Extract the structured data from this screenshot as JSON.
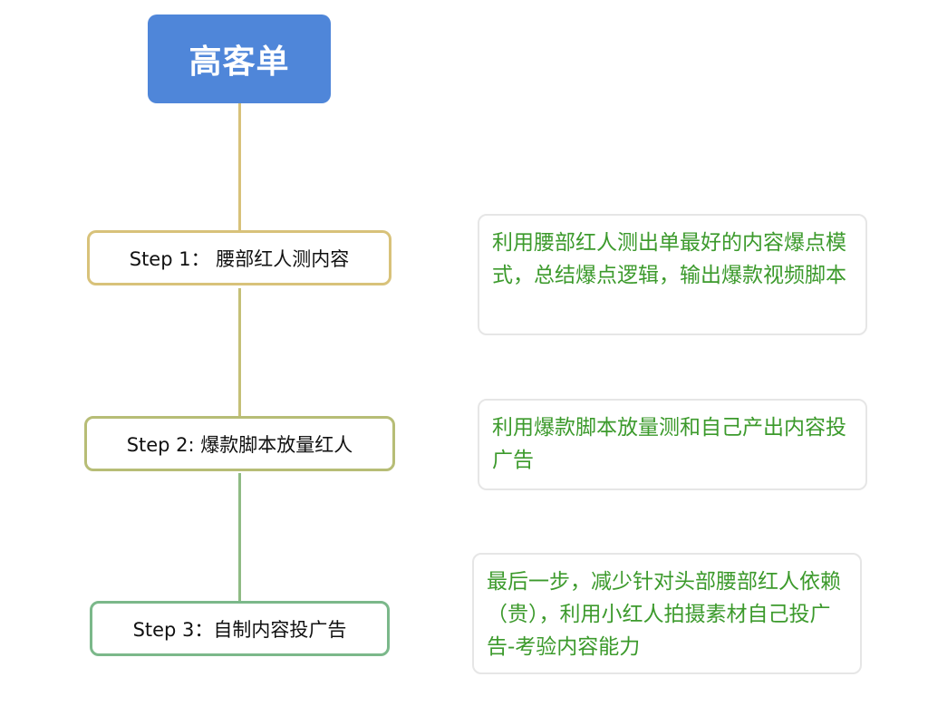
{
  "root": {
    "label": "高客单",
    "color": "#4f86d9"
  },
  "steps": [
    {
      "label": "Step 1：  腰部红人测内容",
      "border_color": "#d8c27a",
      "note": "利用腰部红人测出单最好的内容爆点模式，总结爆点逻辑，输出爆款视频脚本"
    },
    {
      "label": "Step 2: 爆款脚本放量红人",
      "border_color": "#b7bd76",
      "note": "利用爆款脚本放量测和自己产出内容投广告"
    },
    {
      "label": "Step 3：自制内容投广告",
      "border_color": "#7bb88a",
      "note": "最后一步，减少针对头部腰部红人依赖（贵），利用小红人拍摄素材自己投广告-考验内容能力"
    }
  ],
  "colors": {
    "connector_top": "#d8c27a",
    "connector_mid": "#b7bd76",
    "connector_bottom": "#7bb88a",
    "note_text": "#3c9a2c"
  }
}
